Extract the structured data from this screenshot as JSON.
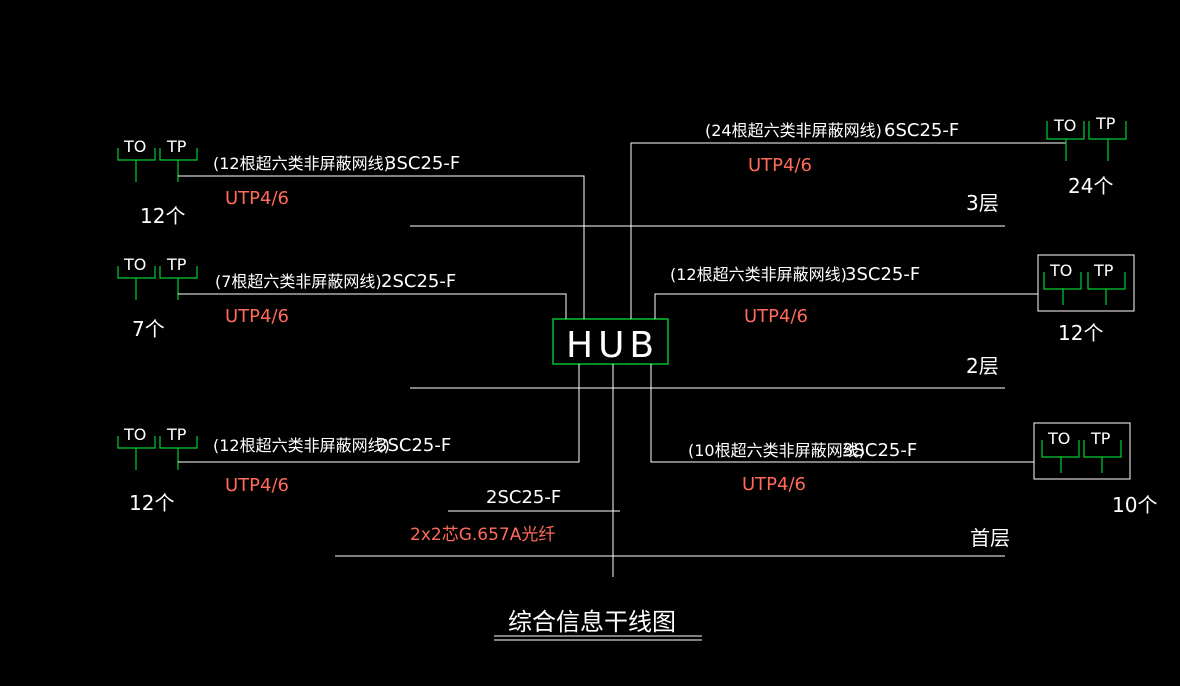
{
  "title": "综合信息干线图",
  "hub_label": "HUB",
  "to_label": "TO",
  "tp_label": "TP",
  "floors": {
    "f3": "3层",
    "f2": "2层",
    "f1": "首层"
  },
  "left_groups": [
    {
      "cable": "(12根超六类非屏蔽网线)",
      "conduit": "3SC25-F",
      "utp": "UTP4/6",
      "count": "12个"
    },
    {
      "cable": "(7根超六类非屏蔽网线)",
      "conduit": "2SC25-F",
      "utp": "UTP4/6",
      "count": "7个"
    },
    {
      "cable": "(12根超六类非屏蔽网线)",
      "conduit": "3SC25-F",
      "utp": "UTP4/6",
      "count": "12个"
    }
  ],
  "right_groups": [
    {
      "cable": "(24根超六类非屏蔽网线)",
      "conduit": "6SC25-F",
      "utp": "UTP4/6",
      "count": "24个"
    },
    {
      "cable": "(12根超六类非屏蔽网线)",
      "conduit": "3SC25-F",
      "utp": "UTP4/6",
      "count": "12个"
    },
    {
      "cable": "(10根超六类非屏蔽网线)",
      "conduit": "3SC25-F",
      "utp": "UTP4/6",
      "count": "10个"
    }
  ],
  "fiber": {
    "conduit": "2SC25-F",
    "label": "2x2芯G.657A光纤"
  }
}
